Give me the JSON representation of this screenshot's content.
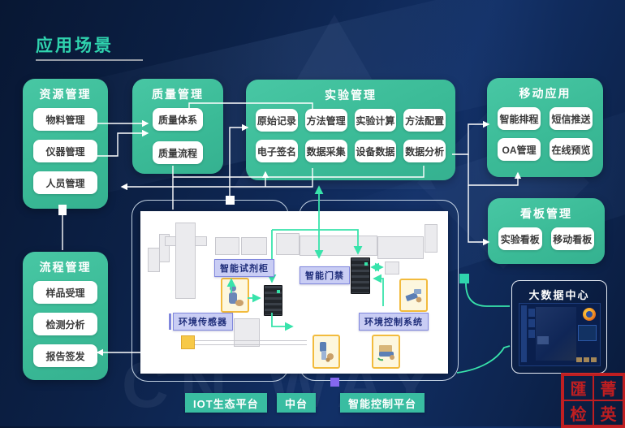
{
  "page": {
    "title": "应用场景"
  },
  "groups": [
    {
      "title": "资源管理",
      "items": [
        "物料管理",
        "仪器管理",
        "人员管理"
      ]
    },
    {
      "title": "质量管理",
      "items": [
        "质量体系",
        "质量流程"
      ]
    },
    {
      "title": "实验管理",
      "items": [
        "原始记录",
        "方法管理",
        "实验计算",
        "方法配置",
        "电子签名",
        "数据采集",
        "设备数据",
        "数据分析"
      ]
    },
    {
      "title": "移动应用",
      "items": [
        "智能排程",
        "短信推送",
        "OA管理",
        "在线预览"
      ]
    },
    {
      "title": "看板管理",
      "items": [
        "实验看板",
        "移动看板"
      ]
    },
    {
      "title": "流程管理",
      "items": [
        "样品受理",
        "检测分析",
        "报告签发"
      ]
    }
  ],
  "floorplan": {
    "labels": [
      "智能试剂柜",
      "智能门禁",
      "环境传感器",
      "环境控制系统"
    ]
  },
  "bigdata": {
    "title": "大数据中心"
  },
  "platforms": [
    "IOT生态平台",
    "中台",
    "智能控制平台"
  ],
  "watermark": "CN WAY",
  "seal": {
    "chars": [
      "匯",
      "菁",
      "检",
      "英"
    ]
  },
  "colors": {
    "box_green": "#3fc1a0",
    "accent_teal": "#2fd3ae",
    "arrow_green": "#38e3ab",
    "label_purple": "#8087dd",
    "seal_red": "#cf1f1f",
    "background_navy": "#0c2147"
  }
}
